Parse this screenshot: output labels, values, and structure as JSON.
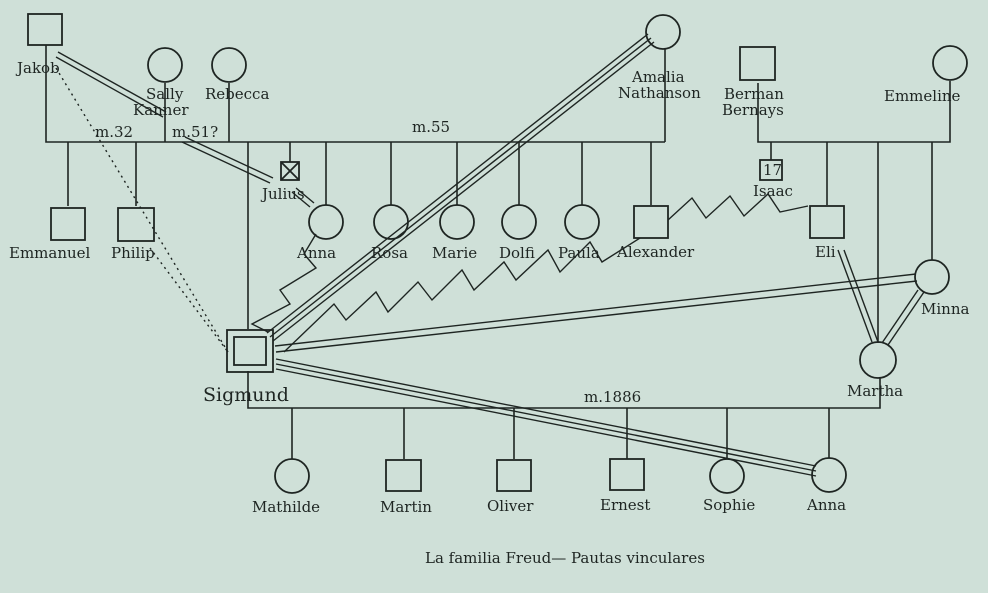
{
  "caption": "La familia Freud— Pautas vinculares",
  "marriages": {
    "m32": "m.32",
    "m51": "m.51?",
    "m55": "m.55",
    "m1886": "m.1886"
  },
  "people": {
    "jakob": {
      "name": "Jakob",
      "sex": "male"
    },
    "sally": {
      "name": "Sally",
      "sex": "female"
    },
    "kanner": {
      "name": "Kanner"
    },
    "rebecca": {
      "name": "Rebecca",
      "sex": "female"
    },
    "amalia": {
      "name": "Amalia",
      "sex": "female"
    },
    "nathanson": {
      "name": "Nathanson"
    },
    "berman": {
      "name": "Berman",
      "sex": "male"
    },
    "bernays": {
      "name": "Bernays"
    },
    "emmeline": {
      "name": "Emmeline",
      "sex": "female"
    },
    "julius": {
      "name": "Julius",
      "sex": "male",
      "deceased": true
    },
    "isaac": {
      "name": "Isaac",
      "sex": "male",
      "age_label": "17"
    },
    "emmanuel": {
      "name": "Emmanuel",
      "sex": "male"
    },
    "philip": {
      "name": "Philip",
      "sex": "male"
    },
    "anna1": {
      "name": "Anna",
      "sex": "female"
    },
    "rosa": {
      "name": "Rosa",
      "sex": "female"
    },
    "marie": {
      "name": "Marie",
      "sex": "female"
    },
    "dolfi": {
      "name": "Dolfi",
      "sex": "female"
    },
    "paula": {
      "name": "Paula",
      "sex": "female"
    },
    "alexander": {
      "name": "Alexander",
      "sex": "male"
    },
    "eli": {
      "name": "Eli",
      "sex": "male"
    },
    "minna": {
      "name": "Minna",
      "sex": "female"
    },
    "sigmund": {
      "name": "Sigmund",
      "sex": "male",
      "index_person": true
    },
    "martha": {
      "name": "Martha",
      "sex": "female"
    },
    "mathilde": {
      "name": "Mathilde",
      "sex": "female"
    },
    "martin": {
      "name": "Martin",
      "sex": "male"
    },
    "oliver": {
      "name": "Oliver",
      "sex": "male"
    },
    "ernest": {
      "name": "Ernest",
      "sex": "male"
    },
    "sophie": {
      "name": "Sophie",
      "sex": "female"
    },
    "anna2": {
      "name": "Anna",
      "sex": "female"
    }
  },
  "relationships": [
    {
      "from": "Jakob",
      "to": "Sigmund",
      "type": "distant"
    },
    {
      "from": "Philip",
      "to": "Sigmund",
      "type": "distant"
    },
    {
      "from": "Jakob",
      "to": "Sally",
      "type": "close"
    },
    {
      "from": "Kanner",
      "to": "Julius",
      "type": "close"
    },
    {
      "from": "Julius",
      "to": "Anna",
      "type": "close"
    },
    {
      "from": "Amalia",
      "to": "Sigmund",
      "type": "very close"
    },
    {
      "from": "Anna",
      "to": "Sigmund",
      "type": "conflictual"
    },
    {
      "from": "Alexander",
      "to": "Sigmund",
      "type": "conflictual"
    },
    {
      "from": "Eli",
      "to": "Alexander",
      "type": "conflictual"
    },
    {
      "from": "Minna",
      "to": "Sigmund",
      "type": "close"
    },
    {
      "from": "Eli",
      "to": "Martha",
      "type": "close"
    },
    {
      "from": "Minna",
      "to": "Martha",
      "type": "close"
    },
    {
      "from": "Sigmund",
      "to": "Anna",
      "type": "very close"
    }
  ]
}
